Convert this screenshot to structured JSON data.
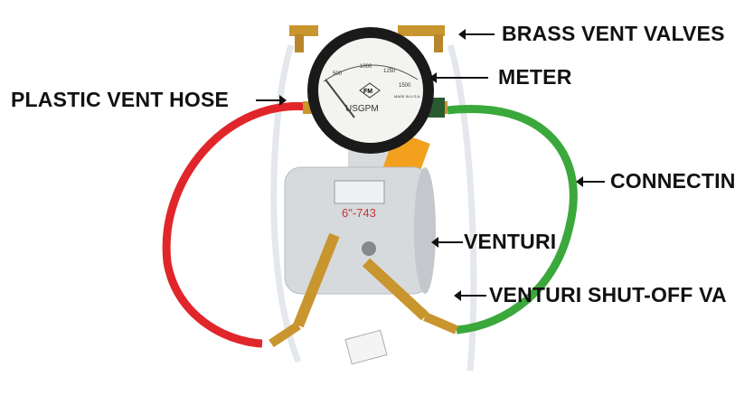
{
  "labels": {
    "brass_vent_valves": "BRASS VENT VALVES",
    "meter": "METER",
    "plastic_vent_hose": "PLASTIC VENT HOSE",
    "connecting": "CONNECTIN",
    "venturi": "VENTURI",
    "venturi_shutoff": "VENTURI SHUT-OFF VA"
  },
  "gauge": {
    "brand": "FM",
    "unit": "USGPM",
    "scale": [
      "500",
      "1000",
      "1250",
      "1500"
    ],
    "origin": "MADE IN U.S.A."
  },
  "venturi_tag": "6\"-743",
  "colors": {
    "red_hose": "#e0262b",
    "green_hose": "#3aa83a",
    "brass": "#c9952e",
    "tag": "#f2a01e"
  }
}
